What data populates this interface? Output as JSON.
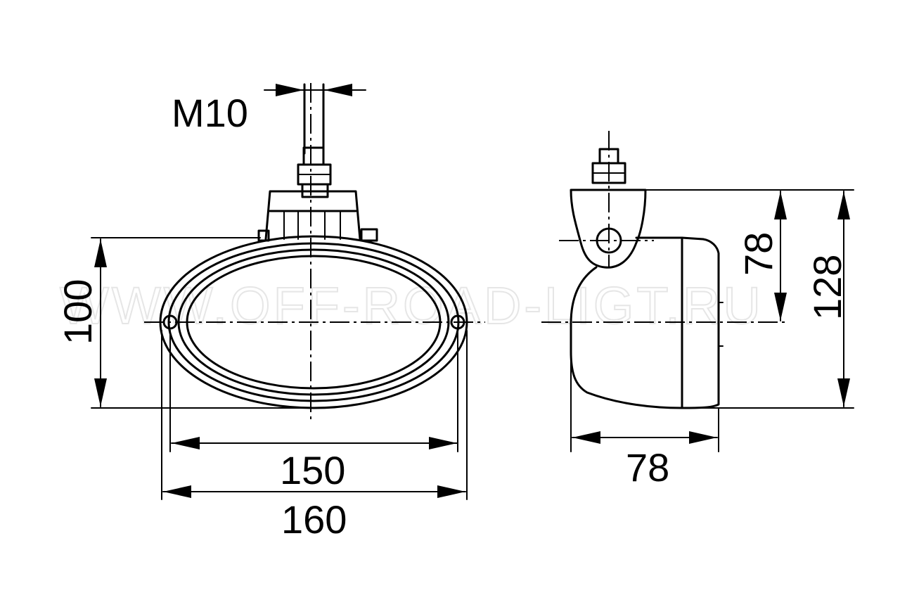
{
  "watermark": "WWW.OFF-ROAD-LIGT.RU",
  "dimensions": {
    "thread": "M10",
    "front_height": "100",
    "front_inner_width": "150",
    "front_outer_width": "160",
    "side_lens_height": "78",
    "side_total_height": "128",
    "side_depth": "78"
  }
}
